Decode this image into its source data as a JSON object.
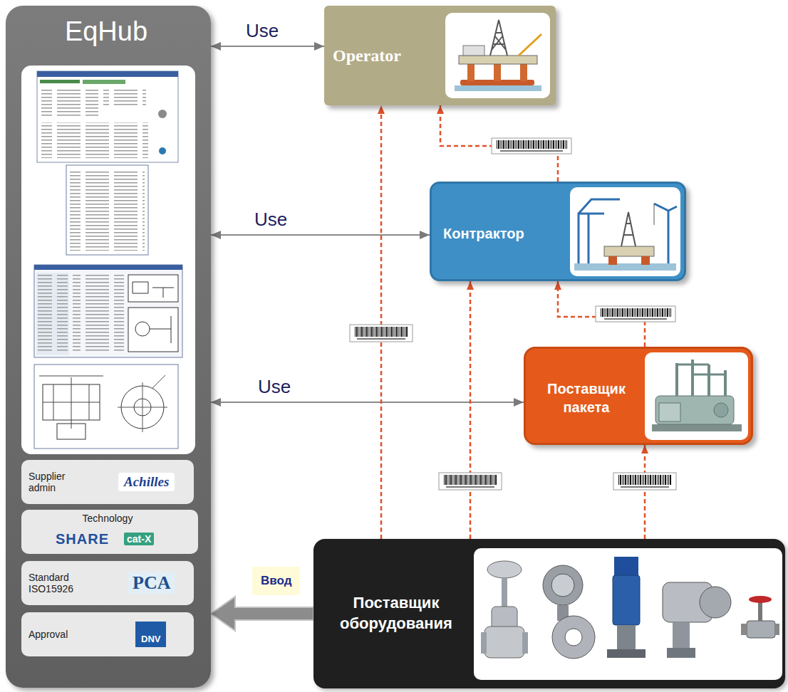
{
  "diagram": {
    "nodes": [
      {
        "text": [
          "EqHub"
        ]
      },
      {
        "text": [
          "Supplier admin",
          "Achilles"
        ],
        "in": 0
      },
      {
        "text": [
          "Technology",
          "SHARE",
          "cat-X"
        ],
        "in": 0
      },
      {
        "text": [
          "Standard ISO15926",
          "PCA"
        ],
        "in": 0
      },
      {
        "text": [
          "Approval",
          "DNV"
        ],
        "in": 0
      },
      {
        "text": [
          "Operator"
        ]
      },
      {
        "text": [
          "Контрактор"
        ]
      },
      {
        "text": [
          "Поставщик пакета"
        ]
      },
      {
        "text": [
          "Поставщик оборудования"
        ]
      }
    ],
    "edges": [
      {
        "from": 0,
        "to": 5,
        "arrow": "both",
        "label": "Use"
      },
      {
        "from": 0,
        "to": 6,
        "arrow": "both",
        "label": "Use"
      },
      {
        "from": 0,
        "to": 7,
        "arrow": "both",
        "label": "Use"
      },
      {
        "from": 8,
        "to": 0,
        "arrow": "to",
        "label": "Ввод"
      },
      {
        "from": 8,
        "to": 5,
        "arrow": "to"
      },
      {
        "from": 8,
        "to": 6,
        "arrow": "to"
      },
      {
        "from": 8,
        "to": 7,
        "arrow": "to"
      },
      {
        "from": 7,
        "to": 6,
        "arrow": "to"
      },
      {
        "from": 6,
        "to": 5,
        "arrow": "to"
      }
    ]
  }
}
